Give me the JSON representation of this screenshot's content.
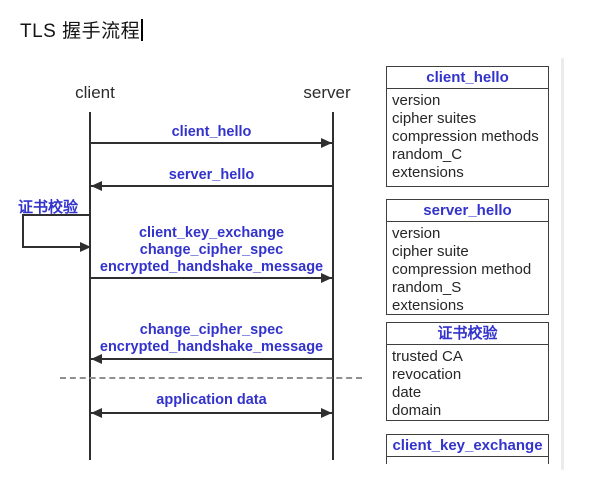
{
  "page": {
    "title": "TLS 握手流程"
  },
  "diagram": {
    "actors": {
      "client": "client",
      "server": "server"
    },
    "cert_check_label": "证书校验",
    "messages": [
      {
        "direction": "right",
        "lines": [
          "client_hello"
        ]
      },
      {
        "direction": "left",
        "lines": [
          "server_hello"
        ]
      },
      {
        "direction": "right",
        "lines": [
          "client_key_exchange",
          "change_cipher_spec",
          "encrypted_handshake_message"
        ]
      },
      {
        "direction": "left",
        "lines": [
          "change_cipher_spec",
          "encrypted_handshake_message"
        ]
      },
      {
        "direction": "both",
        "lines": [
          "application data"
        ]
      }
    ]
  },
  "panel": {
    "boxes": [
      {
        "title": "client_hello",
        "items": [
          "version",
          "cipher suites",
          "compression methods",
          "random_C",
          "extensions"
        ]
      },
      {
        "title": "server_hello",
        "items": [
          "version",
          "cipher suite",
          "compression method",
          "random_S",
          "extensions"
        ]
      },
      {
        "title": "证书校验",
        "items": [
          "trusted CA",
          "revocation",
          "date",
          "domain"
        ]
      },
      {
        "title": "client_key_exchange",
        "items": []
      }
    ]
  },
  "colors": {
    "accent_blue": "#3333cc",
    "line_dark": "#2f2f2f",
    "dash_gray": "#8f8f8f",
    "text_dark": "#262626"
  }
}
